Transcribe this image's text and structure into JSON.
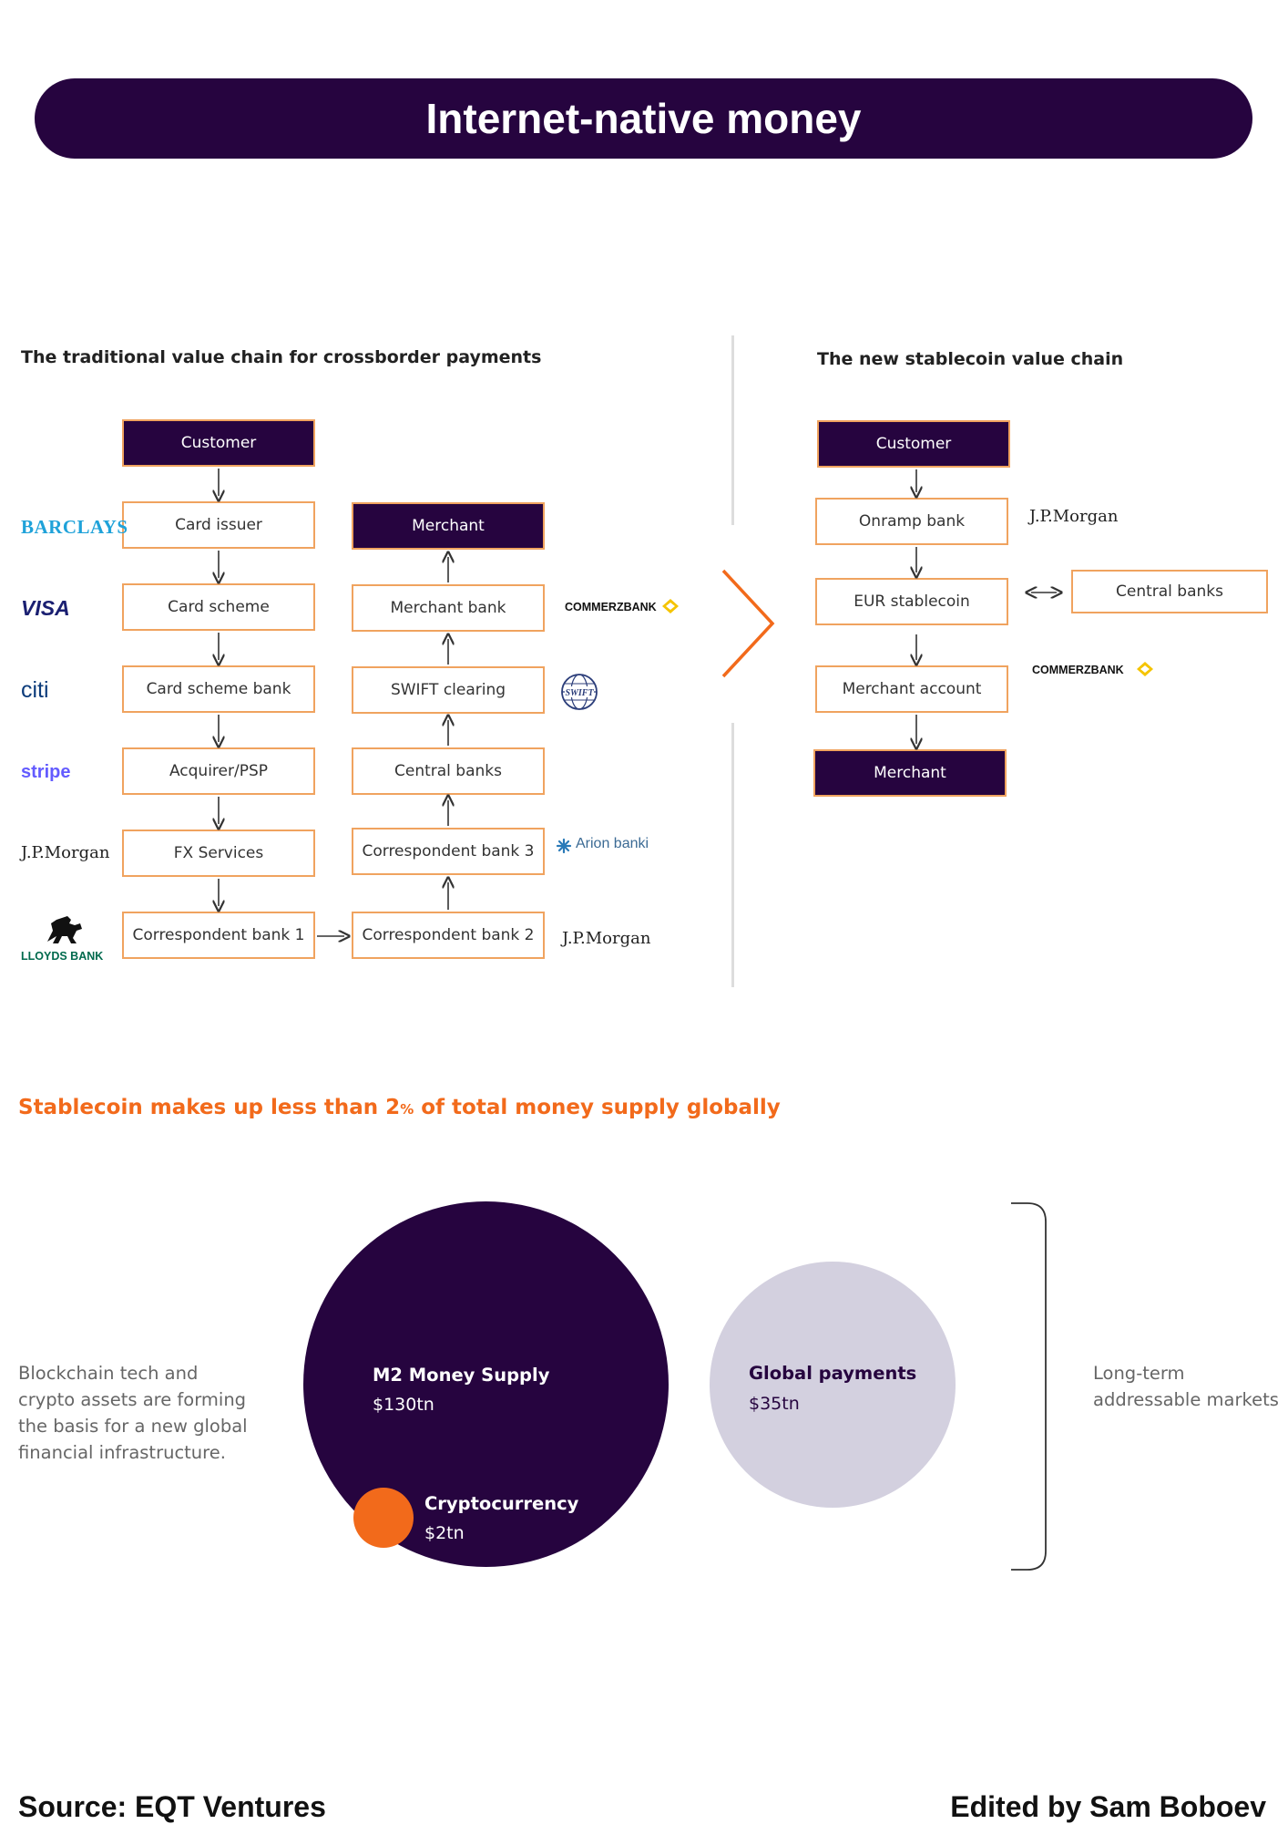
{
  "title": "Internet-native money",
  "traditional": {
    "heading": "The traditional value chain for crossborder payments",
    "left_chain": [
      "Customer",
      "Card issuer",
      "Card scheme",
      "Card scheme bank",
      "Acquirer/PSP",
      "FX Services",
      "Correspondent bank 1"
    ],
    "right_chain": [
      "Merchant",
      "Merchant bank",
      "SWIFT clearing",
      "Central banks",
      "Correspondent bank 3",
      "Correspondent bank 2"
    ],
    "left_logos": [
      "BARCLAYS",
      "VISA",
      "citi",
      "stripe",
      "J.P.Morgan",
      "LLOYDS BANK"
    ],
    "right_logos": {
      "commerzbank": "COMMERZBANK",
      "swift": "SWIFT",
      "arion": "Arion banki",
      "jpmorgan": "J.P.Morgan"
    }
  },
  "stablecoin": {
    "heading": "The new stablecoin value chain",
    "chain": [
      "Customer",
      "Onramp bank",
      "EUR stablecoin",
      "Merchant account",
      "Merchant"
    ],
    "central_banks": "Central banks",
    "logos": {
      "jpmorgan": "J.P.Morgan",
      "commerzbank": "COMMERZBANK"
    }
  },
  "supply": {
    "heading_pre": "Stablecoin makes up less than 2",
    "heading_pct": "%",
    "heading_post": " of total money supply globally",
    "description": "Blockchain tech and crypto assets are forming the basis for a new global financial infrastructure.",
    "bracket_label": "Long-term addressable markets"
  },
  "chart_data": {
    "type": "bubble",
    "series": [
      {
        "name": "M2 Money Supply",
        "value_label": "$130tn",
        "value": 130
      },
      {
        "name": "Global payments",
        "value_label": "$35tn",
        "value": 35
      },
      {
        "name": "Cryptocurrency",
        "value_label": "$2tn",
        "value": 2
      }
    ],
    "colors": {
      "m2": "#26043f",
      "payments": "#d3d0df",
      "crypto": "#f26a1b"
    }
  },
  "footer": {
    "source": "Source: EQT Ventures",
    "editor": "Edited by Sam Boboev"
  },
  "colors": {
    "accent": "#f26a1b",
    "brand_dark": "#26043f",
    "box_border": "#f0a35f"
  }
}
